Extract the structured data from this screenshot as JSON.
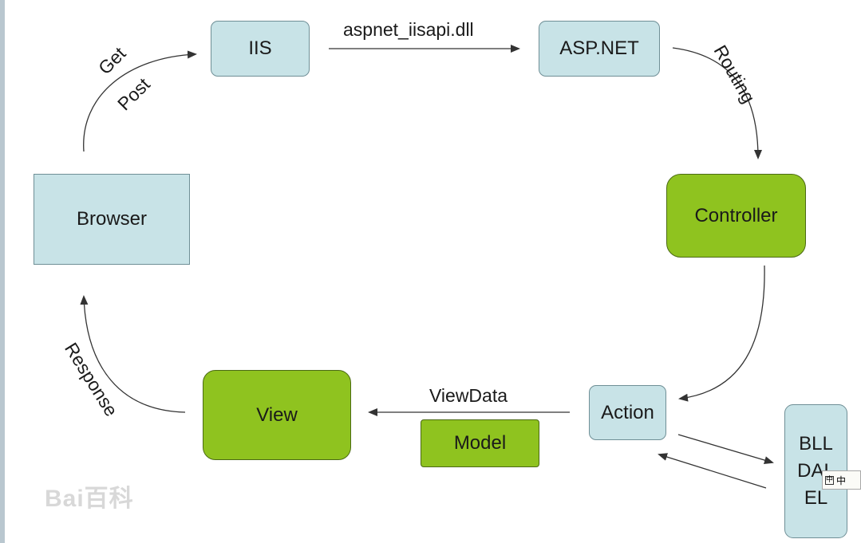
{
  "nodes": {
    "iis": "IIS",
    "aspnet": "ASP.NET",
    "controller": "Controller",
    "browser": "Browser",
    "action": "Action",
    "view": "View",
    "model": "Model",
    "bll": "BLL",
    "dal": "DAL",
    "el": "EL"
  },
  "edge_labels": {
    "get": "Get",
    "post": "Post",
    "isapi": "aspnet_iisapi.dll",
    "routing": "Routing",
    "viewdata": "ViewData",
    "response": "Response"
  },
  "overlay": {
    "ime_text": "中",
    "ime_icon": "input-method-icon",
    "watermark": "Bai百科"
  },
  "colors": {
    "blue_fill": "#c8e3e7",
    "green_fill": "#8fc31f",
    "arrow": "#333333"
  }
}
